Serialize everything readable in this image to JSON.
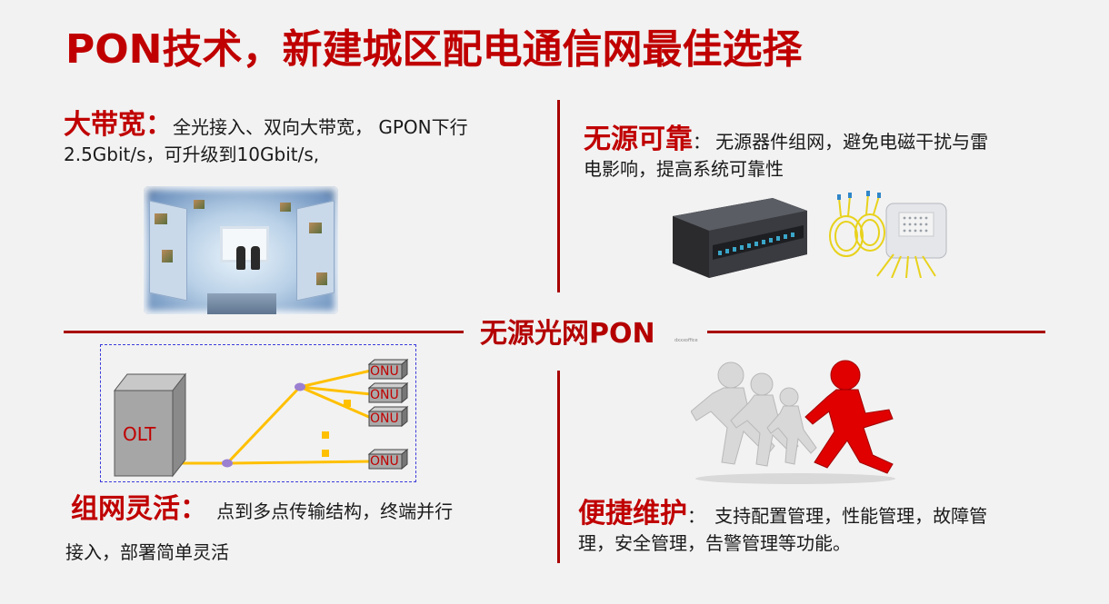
{
  "title": "PON技术，新建城区配电通信网最佳选择",
  "center_label": "无源光网PON",
  "watermark": "dxxxoffice",
  "sections": {
    "bandwidth": {
      "heading": "大带宽：",
      "text_line1": "全光接入、双向大带宽， GPON下行",
      "text_line2": "2.5Gbit/s，可升级到10Gbit/s,"
    },
    "passive": {
      "heading": "无源可靠",
      "colon": "：",
      "text_line1": "无源器件组网，避免电磁干扰与雷",
      "text_line2": "电影响，提高系统可靠性"
    },
    "flexible": {
      "heading": "组网灵活：",
      "text_line1": "点到多点传输结构，终端并行",
      "text_line2": "接入，部署简单灵活"
    },
    "maintenance": {
      "heading": "便捷维护",
      "colon": "：",
      "text_line1": "支持配置管理，性能管理，故障管",
      "text_line2": "理，安全管理，告警管理等功能。"
    }
  },
  "diagram": {
    "olt_label": "OLT",
    "onu_labels": [
      "ONU",
      "ONU",
      "ONU",
      "ONU"
    ],
    "fiber_color": "#ffc000",
    "splitter_color": "#9b7fd0"
  },
  "colors": {
    "accent": "#c00000",
    "divider": "#a80000",
    "background": "#f2f2f2"
  }
}
